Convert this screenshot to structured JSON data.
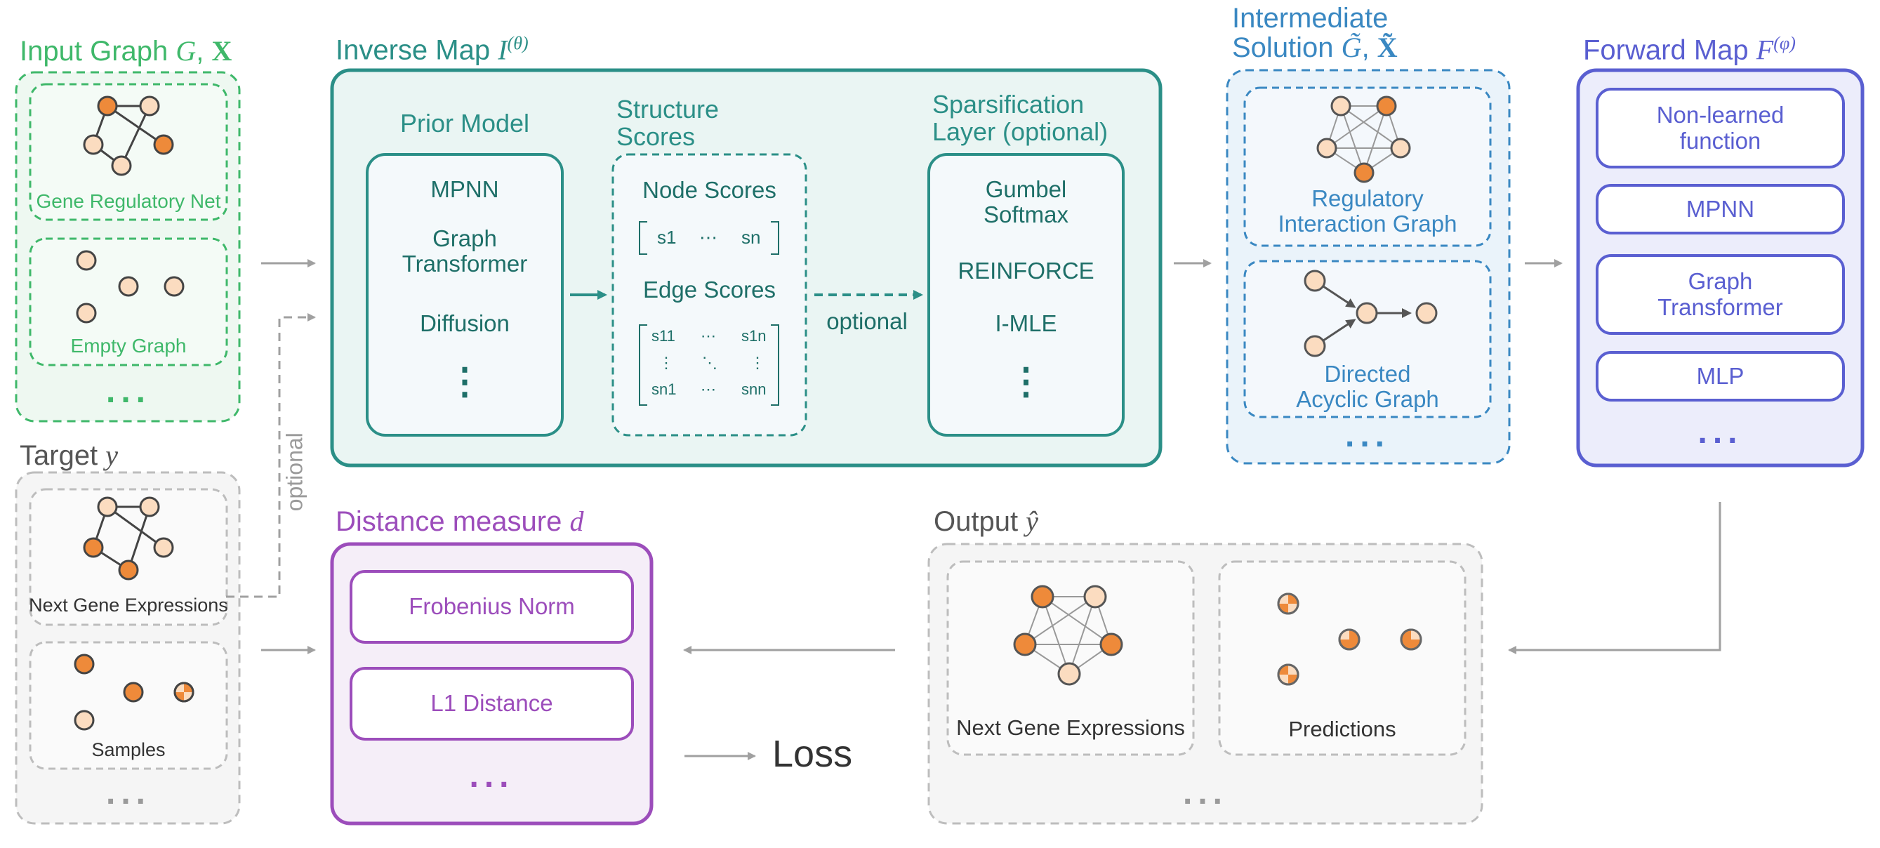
{
  "colors": {
    "green": "#3fb86a",
    "teal": "#2b8f87",
    "blue": "#3a88c2",
    "purple": "#9c4dbb",
    "violet": "#5a5fd1",
    "gray": "#9a9a9a",
    "node_light": "#fbdcc0",
    "node_dark": "#ee8a3a"
  },
  "input_graph": {
    "title_text": "Input Graph ",
    "title_math_g": "G",
    "title_comma": ", ",
    "title_math_x": "X",
    "gene_regulatory_net": "Gene Regulatory Net",
    "empty_graph": "Empty Graph",
    "more": "..."
  },
  "target": {
    "title_text": "Target ",
    "title_math": "y",
    "next_gene_expressions": "Next Gene Expressions",
    "samples": "Samples",
    "more": "...",
    "optional": "optional"
  },
  "inverse_map": {
    "title_text": "Inverse Map ",
    "title_math": "I",
    "title_sup": "(θ)",
    "prior_model": {
      "title": "Prior Model",
      "items": [
        "MPNN",
        "Graph\nTransformer",
        "Diffusion"
      ]
    },
    "structure_scores": {
      "title": "Structure\nScores",
      "node_scores": "Node Scores",
      "edge_scores": "Edge Scores",
      "node_vector": [
        "s1",
        "⋯",
        "sn"
      ],
      "edge_matrix": [
        "s11",
        "⋯",
        "s1n",
        "⋮",
        "⋱",
        "⋮",
        "sn1",
        "⋯",
        "snn"
      ]
    },
    "optional": "optional",
    "sparsification": {
      "title": "Sparsification\nLayer (optional)",
      "items": [
        "Gumbel\nSoftmax",
        "REINFORCE",
        "I-MLE"
      ]
    }
  },
  "intermediate": {
    "title_line1": "Intermediate",
    "title_text": "Solution ",
    "title_math_g": "G̃",
    "title_comma": ", ",
    "title_math_x": "X̃",
    "regulatory_interaction": "Regulatory\nInteraction Graph",
    "dag": "Directed\nAcyclic Graph",
    "more": "..."
  },
  "forward_map": {
    "title_text": "Forward Map ",
    "title_math": "F",
    "title_sup": "(φ)",
    "items": [
      "Non-learned\nfunction",
      "MPNN",
      "Graph\nTransformer",
      "MLP"
    ],
    "more": "..."
  },
  "output": {
    "title_text": "Output ",
    "title_math": "ŷ",
    "next_gene_expressions": "Next Gene Expressions",
    "predictions": "Predictions",
    "more": "..."
  },
  "distance": {
    "title_text": "Distance measure ",
    "title_math": "d",
    "items": [
      "Frobenius Norm",
      "L1 Distance"
    ],
    "more": "..."
  },
  "loss": "Loss"
}
